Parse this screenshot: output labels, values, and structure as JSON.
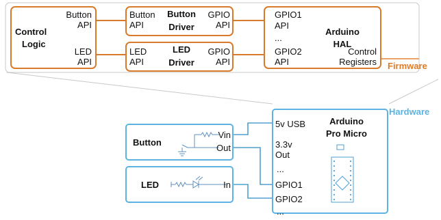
{
  "firmware": {
    "section_label": "Firmware",
    "control_logic": {
      "title_line1": "Control",
      "title_line2": "Logic",
      "port_button_1": "Button",
      "port_button_2": "API",
      "port_led_1": "LED",
      "port_led_2": "API"
    },
    "button_driver": {
      "title_line1": "Button",
      "title_line2": "Driver",
      "left_1": "Button",
      "left_2": "API",
      "right_1": "GPIO",
      "right_2": "API"
    },
    "led_driver": {
      "title_line1": "LED",
      "title_line2": "Driver",
      "left_1": "LED",
      "left_2": "API",
      "right_1": "GPIO",
      "right_2": "API"
    },
    "arduino_hal": {
      "title_line1": "Arduino",
      "title_line2": "HAL",
      "gpio1_1": "GPIO1",
      "gpio1_2": "API",
      "ellipsis": "...",
      "gpio2_1": "GPIO2",
      "gpio2_2": "API",
      "control_1": "Control",
      "control_2": "Registers"
    }
  },
  "hardware": {
    "section_label": "Hardware",
    "button": {
      "title": "Button",
      "pin_vin": "Vin",
      "pin_out": "Out"
    },
    "led": {
      "title": "LED",
      "pin_in": "In"
    },
    "pro_micro": {
      "title_line1": "Arduino",
      "title_line2": "Pro Micro",
      "pin_5v": "5v USB",
      "pin_33v_1": "3.3v",
      "pin_33v_2": "Out",
      "ellipsis_1": "...",
      "pin_gpio1": "GPIO1",
      "pin_gpio2": "GPIO2",
      "ellipsis_2": "..."
    }
  },
  "colors": {
    "firmware": "#d97a2a",
    "hardware": "#5bb3e0"
  }
}
